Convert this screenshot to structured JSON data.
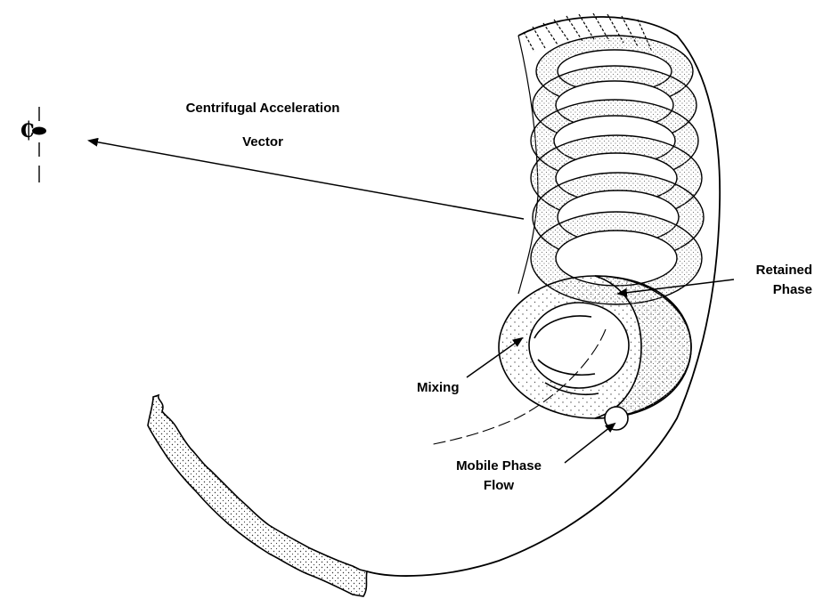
{
  "labels": {
    "centerline_symbol": "₵",
    "centrifugal_line1": "Centrifugal Acceleration",
    "centrifugal_line2": "Vector",
    "retained_line1": "Retained",
    "retained_line2": "Phase",
    "mixing": "Mixing",
    "mobile_line1": "Mobile Phase",
    "mobile_line2": "Flow"
  },
  "colors": {
    "ink": "#000000",
    "stipple_retained": "#777777",
    "stipple_mobile": "#555555",
    "background": "#ffffff"
  }
}
